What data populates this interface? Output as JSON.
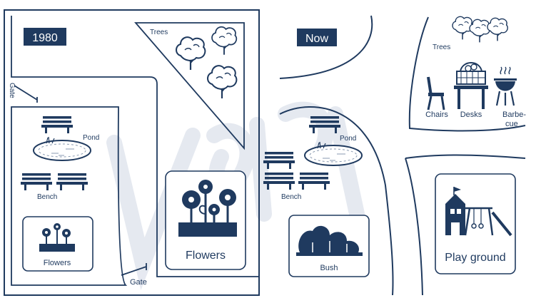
{
  "maps": {
    "past": {
      "year_label": "1980",
      "labels": {
        "trees": "Trees",
        "pond": "Pond",
        "bench": "Bench",
        "flowers_small": "Flowers",
        "flowers_large": "Flowers",
        "gate_left": "Gate",
        "gate_bottom": "Gate"
      }
    },
    "now": {
      "year_label": "Now",
      "labels": {
        "pond": "Pond",
        "bench": "Bench",
        "bush": "Bush",
        "trees": "Trees",
        "chairs": "Chairs",
        "desks": "Desks",
        "barbecue_line1": "Barbe-",
        "barbecue_line2": "cue",
        "playground": "Play ground"
      }
    }
  },
  "colors": {
    "ink": "#1f3a5f",
    "year_badge": "#1f3a5f",
    "watermark": "#e3e7ef",
    "background": "#ffffff"
  },
  "icons": [
    "tree-icon",
    "bench-icon",
    "pond-icon",
    "flower-icon",
    "bush-icon",
    "chair-icon",
    "desk-icon",
    "picnic-basket-icon",
    "barbecue-icon",
    "playground-icon",
    "gate-icon"
  ]
}
